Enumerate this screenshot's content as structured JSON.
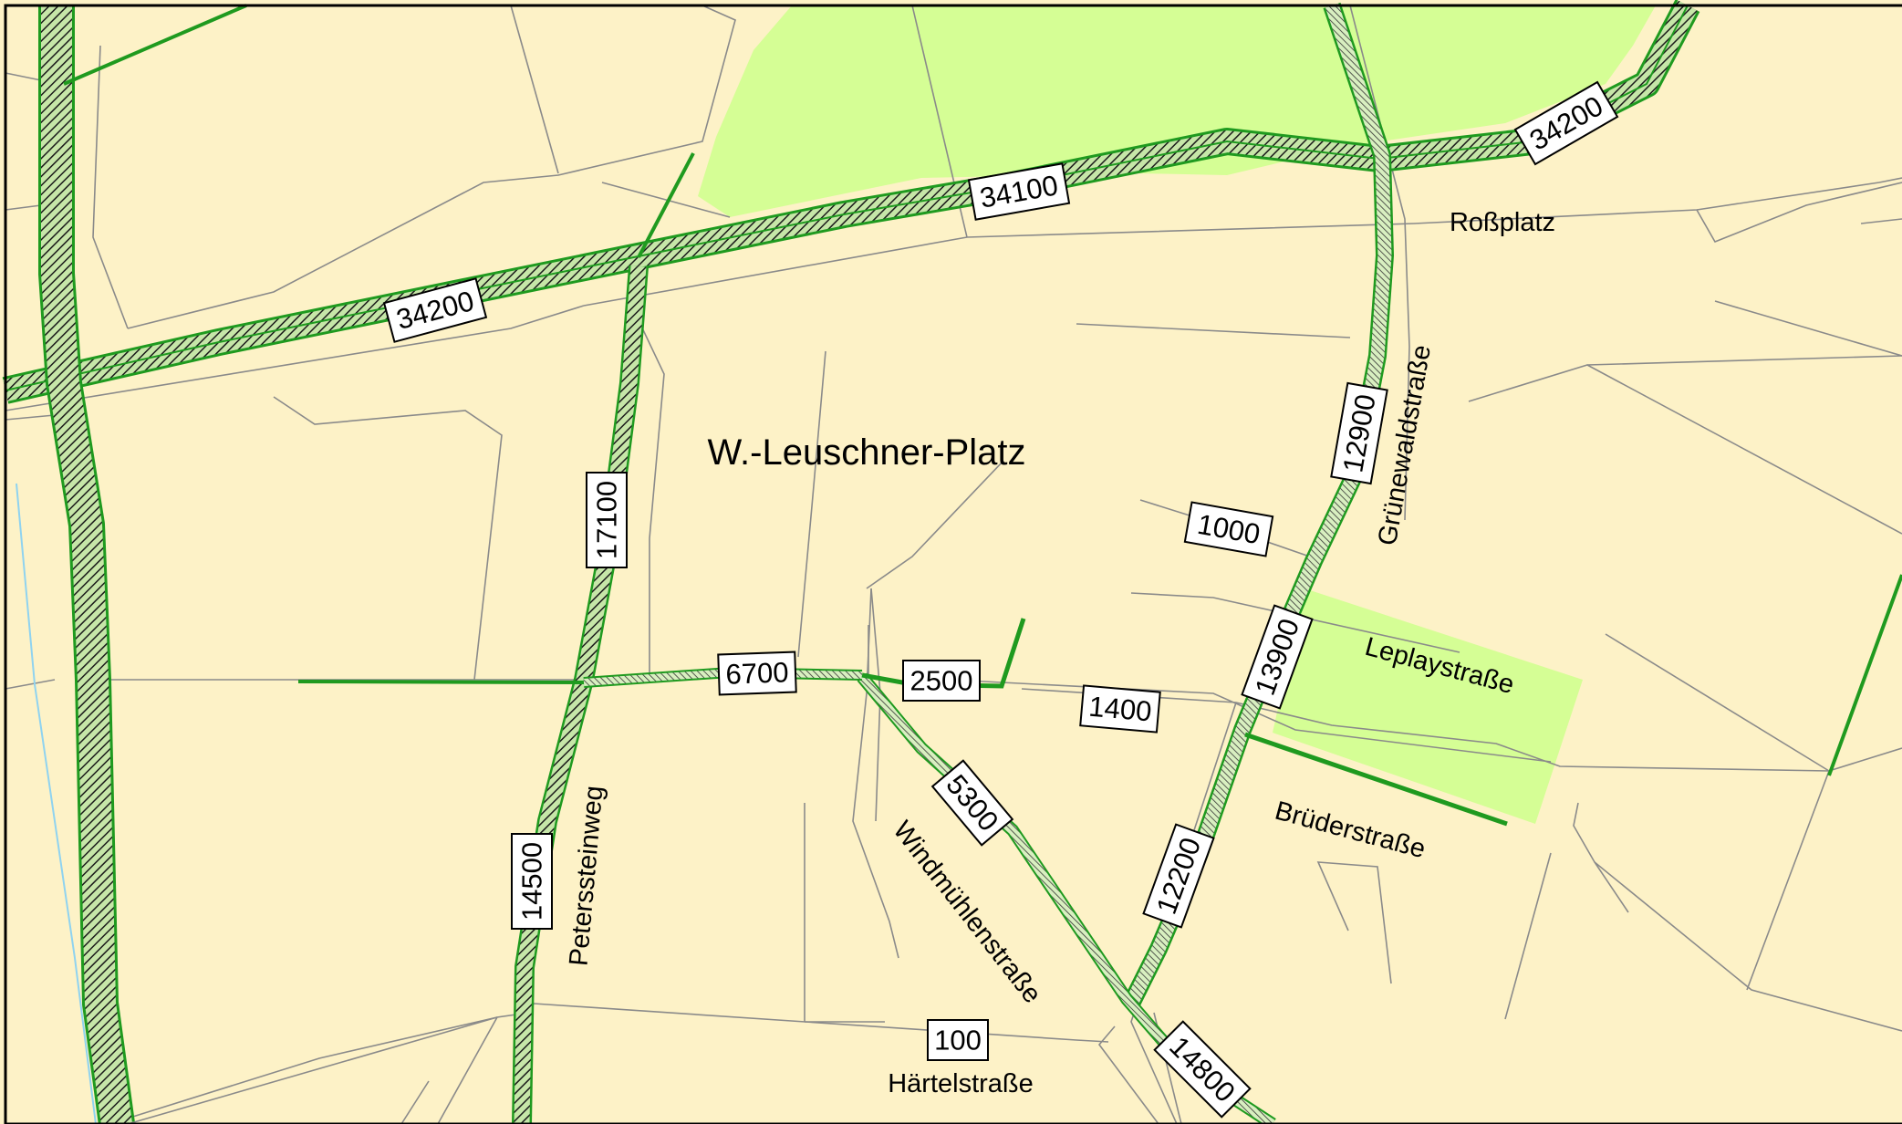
{
  "colors": {
    "background": "#fdf2c7",
    "park": "#d5fe95",
    "road_green": "#1f9a1f",
    "road_dark": "#1a1a1a",
    "thin_line": "#8a8a8a",
    "water_line": "#8fd3f0",
    "frame": "#000000"
  },
  "place_labels": {
    "leuschner_platz": "W.-Leuschner-Platz"
  },
  "street_labels": {
    "rossplatz": "Roßplatz",
    "gruenewaldstrasse": "Grünewaldstraße",
    "leplaystrasse": "Leplaystraße",
    "bruederstrasse": "Brüderstraße",
    "peterssteinweg": "Peterssteinweg",
    "windmuehlenstrasse": "Windmühlenstraße",
    "haertelstrasse": "Härtelstraße"
  },
  "traffic_counts": {
    "ring_west": "34200",
    "ring_center": "34100",
    "ring_east": "34200",
    "peterssteinweg_north": "17100",
    "peterssteinweg_south": "14500",
    "gruenewald_north": "12900",
    "gruenewald_mid": "13900",
    "gruenewald_south": "12200",
    "leplay_east": "1000",
    "leuschner_west": "6700",
    "leuschner_east": "2500",
    "brueder": "1400",
    "windmuehlen": "5300",
    "windmuehlen_south": "14800",
    "haertel": "100"
  }
}
